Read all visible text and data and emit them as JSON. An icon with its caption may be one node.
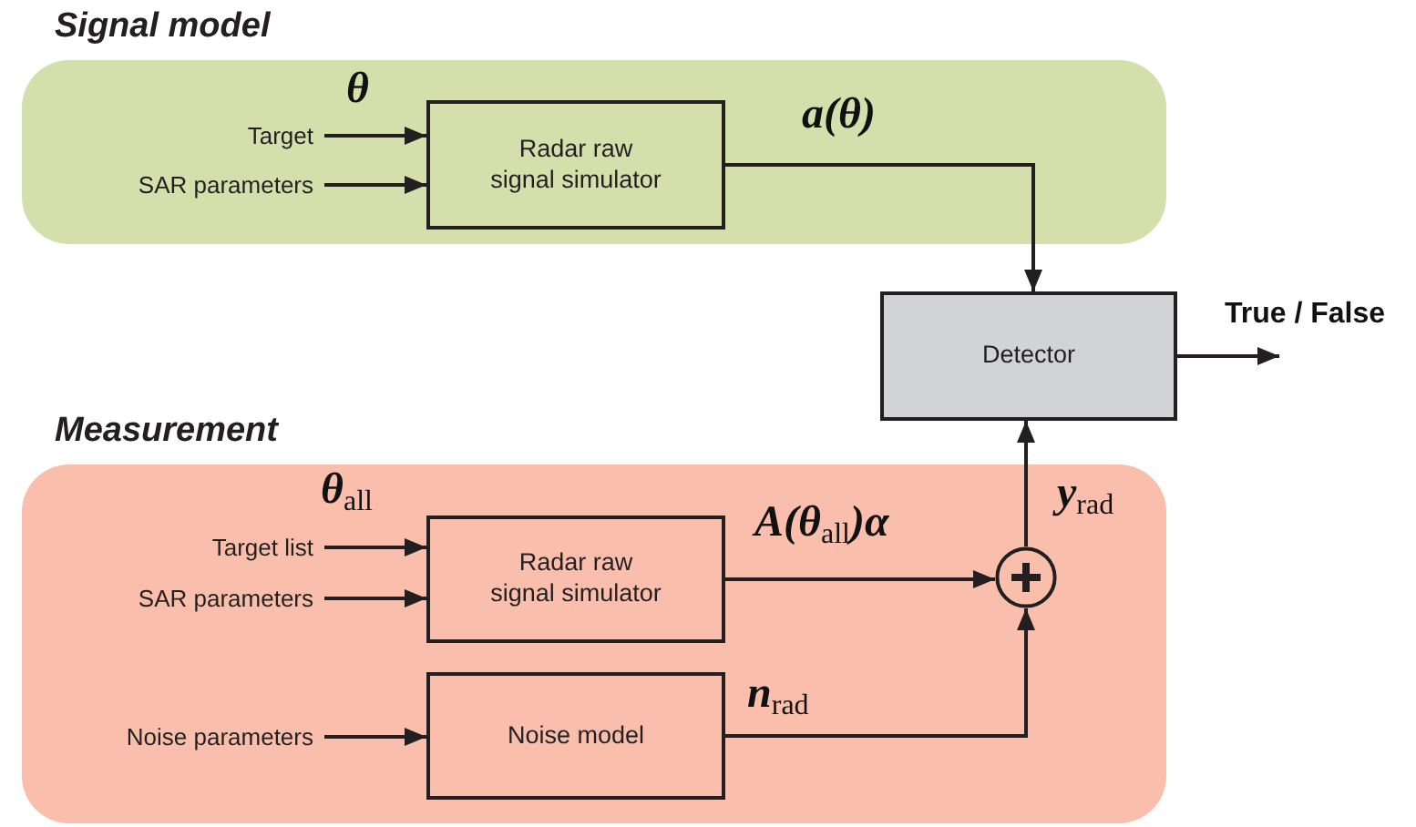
{
  "diagram": {
    "nodes": [
      {
        "text": [
          "Signal model"
        ]
      },
      {
        "text": [
          "Target"
        ],
        "in": 0
      },
      {
        "text": [
          "SAR parameters"
        ],
        "in": 0
      },
      {
        "text": [
          "Radar raw signal simulator"
        ],
        "in": 0
      },
      {
        "text": [
          "Detector"
        ]
      },
      {
        "text": [
          "Measurement"
        ]
      },
      {
        "text": [
          "Target list"
        ],
        "in": 5
      },
      {
        "text": [
          "SAR parameters"
        ],
        "in": 5
      },
      {
        "text": [
          "Radar raw signal simulator"
        ],
        "in": 5
      },
      {
        "text": [
          "Noise parameters"
        ],
        "in": 5
      },
      {
        "text": [
          "Noise model"
        ],
        "in": 5
      },
      {
        "text": [],
        "shape": "circle",
        "in": 5
      }
    ],
    "edges": [
      {
        "from": 1,
        "to": 3,
        "arrow": "to",
        "label": "θ"
      },
      {
        "from": 2,
        "to": 3,
        "arrow": "to"
      },
      {
        "from": 3,
        "to": 4,
        "arrow": "to",
        "label": "a(θ)"
      },
      {
        "from": 4,
        "to": null,
        "arrow": "to",
        "label": "True / False"
      },
      {
        "from": 6,
        "to": 8,
        "arrow": "to",
        "label": "θ$_{all}$"
      },
      {
        "from": 7,
        "to": 8,
        "arrow": "to"
      },
      {
        "from": 9,
        "to": 10,
        "arrow": "to"
      },
      {
        "from": 8,
        "to": 11,
        "arrow": "to",
        "label": "A(θ$_{all}$)α"
      },
      {
        "from": 10,
        "to": 11,
        "arrow": "to",
        "label": "n$_{rad}$"
      },
      {
        "from": 11,
        "to": 4,
        "arrow": "to",
        "label": "y$_{rad}$"
      }
    ]
  }
}
